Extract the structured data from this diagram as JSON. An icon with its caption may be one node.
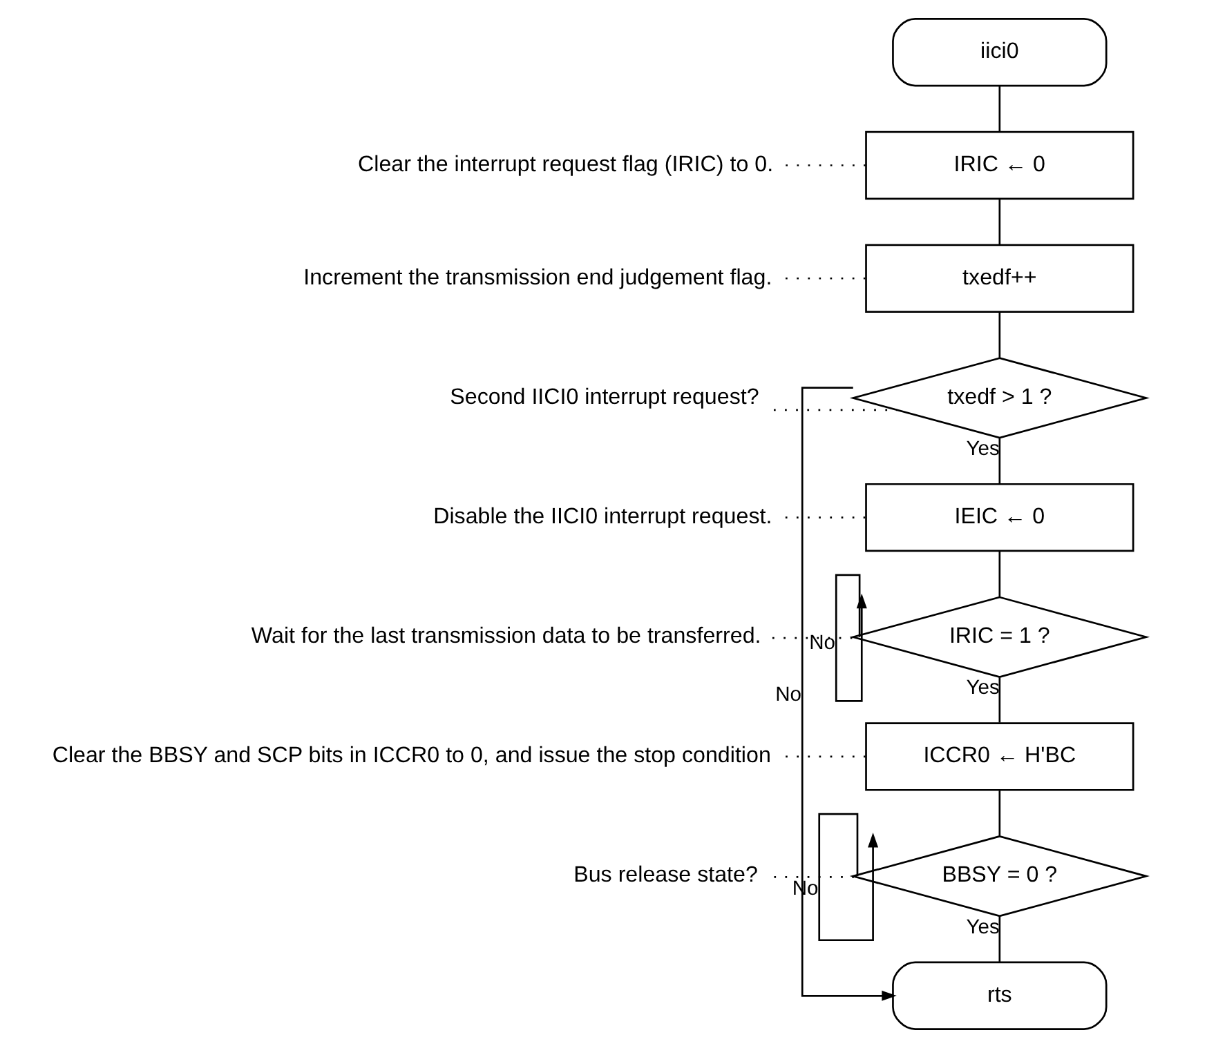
{
  "diagram": {
    "nodes": [
      {
        "text": [
          "iici0"
        ]
      },
      {
        "text": [
          "IRIC ← 0"
        ]
      },
      {
        "text": [
          "txedf++"
        ]
      },
      {
        "text": [
          "txedf > 1 ?"
        ]
      },
      {
        "text": [
          "IEIC ← 0"
        ]
      },
      {
        "text": [
          "IRIC = 1 ?"
        ]
      },
      {
        "text": [
          "ICCR0 ← H'BC"
        ]
      },
      {
        "text": [
          "BBSY = 0 ?"
        ]
      },
      {
        "text": [
          "rts"
        ]
      },
      {
        "text": [
          "Clear the interrupt request flag (IRIC) to 0."
        ]
      },
      {
        "text": [
          "Increment the transmission end judgement flag."
        ]
      },
      {
        "text": [
          "Second IICI0 interrupt request?"
        ]
      },
      {
        "text": [
          "Disable the IICI0 interrupt request."
        ]
      },
      {
        "text": [
          "Wait for the last transmission data to be transferred."
        ]
      },
      {
        "text": [
          "Clear the BBSY and SCP bits in ICCR0 to 0, and issue the stop condition"
        ]
      },
      {
        "text": [
          "Bus release state?"
        ]
      }
    ],
    "edges": [
      {
        "from": 0,
        "to": 1,
        "arrow": "none"
      },
      {
        "from": 1,
        "to": 2,
        "arrow": "none"
      },
      {
        "from": 2,
        "to": 3,
        "arrow": "none"
      },
      {
        "from": 3,
        "to": 4,
        "arrow": "none",
        "label": "Yes"
      },
      {
        "from": 4,
        "to": 5,
        "arrow": "none"
      },
      {
        "from": 5,
        "to": 5,
        "arrow": "to",
        "label": "No"
      },
      {
        "from": 5,
        "to": 6,
        "arrow": "none",
        "label": "Yes"
      },
      {
        "from": 6,
        "to": 7,
        "arrow": "none"
      },
      {
        "from": 7,
        "to": 7,
        "arrow": "to",
        "label": "No"
      },
      {
        "from": 7,
        "to": 8,
        "arrow": "none",
        "label": "Yes"
      },
      {
        "from": 3,
        "to": 8,
        "arrow": "to",
        "label": "No"
      },
      {
        "from": 9,
        "to": 1,
        "arrow": "none",
        "style": "dashed"
      },
      {
        "from": 10,
        "to": 2,
        "arrow": "none",
        "style": "dashed"
      },
      {
        "from": 11,
        "to": 3,
        "arrow": "none",
        "style": "dashed"
      },
      {
        "from": 12,
        "to": 4,
        "arrow": "none",
        "style": "dashed"
      },
      {
        "from": 13,
        "to": 5,
        "arrow": "none",
        "style": "dashed"
      },
      {
        "from": 14,
        "to": 6,
        "arrow": "none",
        "style": "dashed"
      },
      {
        "from": 15,
        "to": 7,
        "arrow": "none",
        "style": "dashed"
      }
    ]
  }
}
